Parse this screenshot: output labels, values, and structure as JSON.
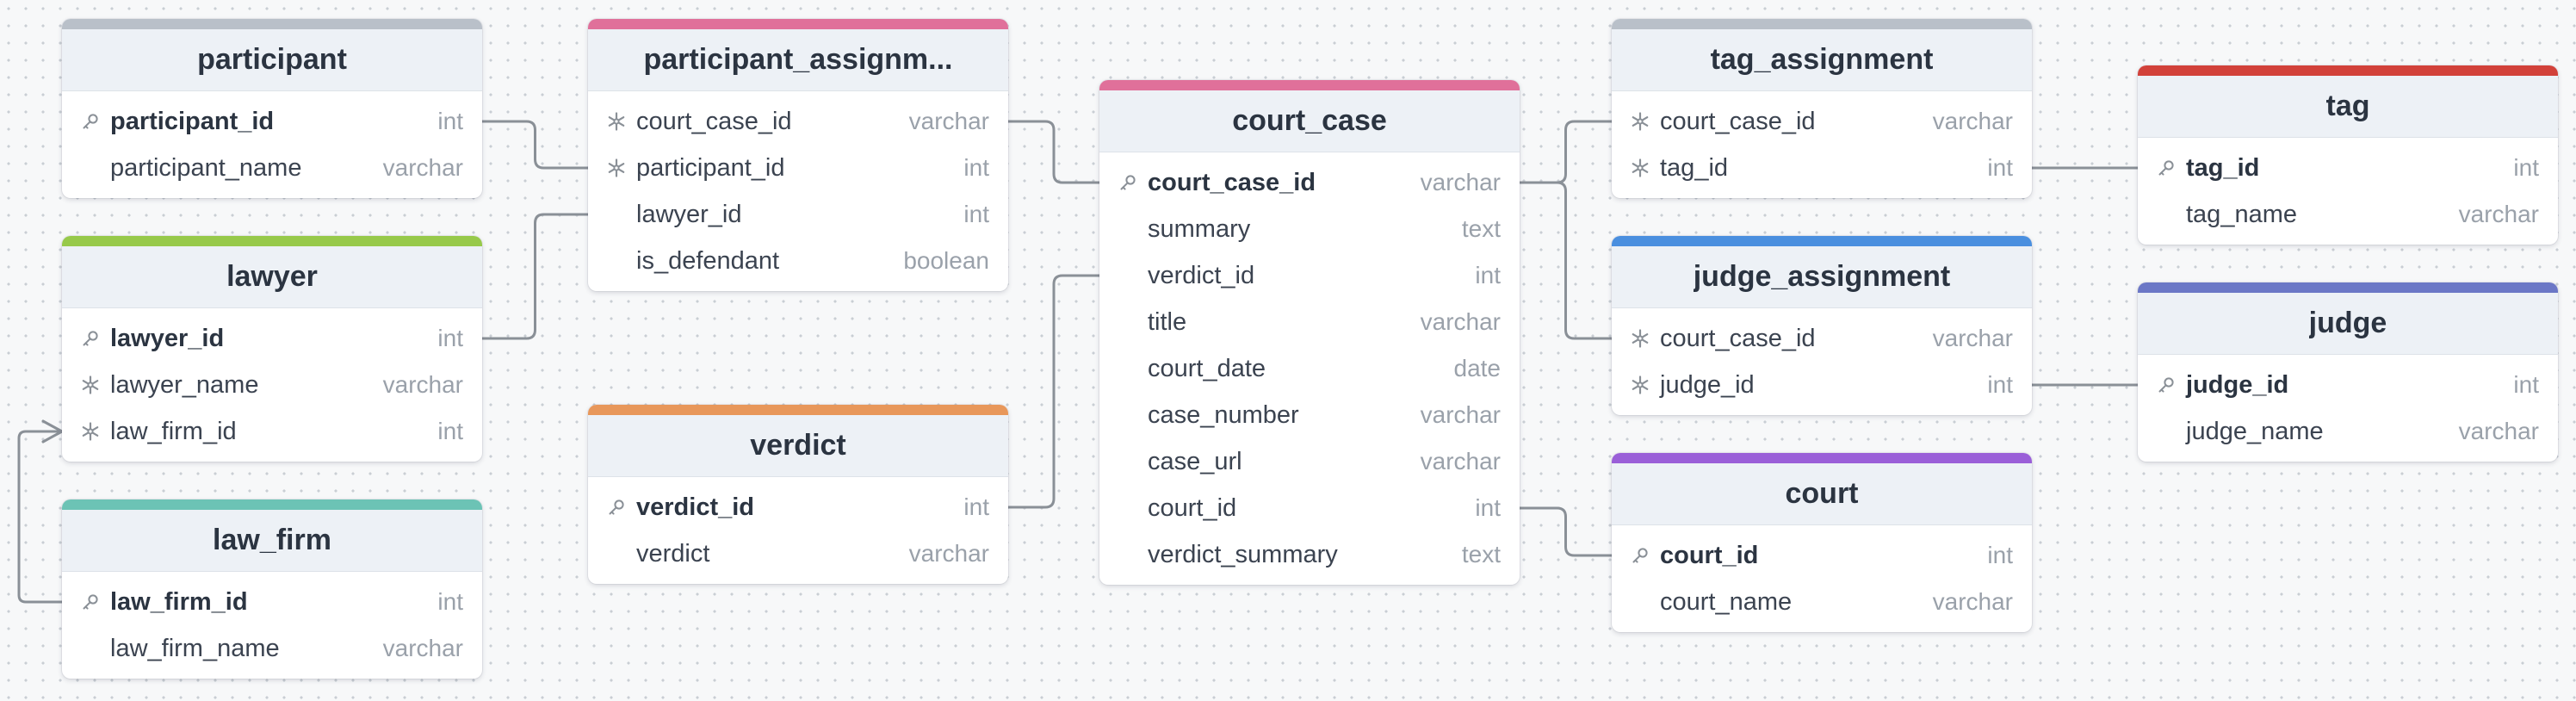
{
  "tables": [
    {
      "name": "participant",
      "color": "#b9c0c9",
      "columns": [
        {
          "name": "participant_id",
          "type": "int",
          "key": "pk"
        },
        {
          "name": "participant_name",
          "type": "varchar",
          "key": ""
        }
      ]
    },
    {
      "name": "participant_assignm...",
      "color": "#e0709a",
      "columns": [
        {
          "name": "court_case_id",
          "type": "varchar",
          "key": "fk"
        },
        {
          "name": "participant_id",
          "type": "int",
          "key": "fk"
        },
        {
          "name": "lawyer_id",
          "type": "int",
          "key": ""
        },
        {
          "name": "is_defendant",
          "type": "boolean",
          "key": ""
        }
      ]
    },
    {
      "name": "court_case",
      "color": "#e0709a",
      "columns": [
        {
          "name": "court_case_id",
          "type": "varchar",
          "key": "pk"
        },
        {
          "name": "summary",
          "type": "text",
          "key": ""
        },
        {
          "name": "verdict_id",
          "type": "int",
          "key": ""
        },
        {
          "name": "title",
          "type": "varchar",
          "key": ""
        },
        {
          "name": "court_date",
          "type": "date",
          "key": ""
        },
        {
          "name": "case_number",
          "type": "varchar",
          "key": ""
        },
        {
          "name": "case_url",
          "type": "varchar",
          "key": ""
        },
        {
          "name": "court_id",
          "type": "int",
          "key": ""
        },
        {
          "name": "verdict_summary",
          "type": "text",
          "key": ""
        }
      ]
    },
    {
      "name": "tag_assignment",
      "color": "#b9c0c9",
      "columns": [
        {
          "name": "court_case_id",
          "type": "varchar",
          "key": "fk"
        },
        {
          "name": "tag_id",
          "type": "int",
          "key": "fk"
        }
      ]
    },
    {
      "name": "tag",
      "color": "#d2413a",
      "columns": [
        {
          "name": "tag_id",
          "type": "int",
          "key": "pk"
        },
        {
          "name": "tag_name",
          "type": "varchar",
          "key": ""
        }
      ]
    },
    {
      "name": "lawyer",
      "color": "#97c94a",
      "columns": [
        {
          "name": "lawyer_id",
          "type": "int",
          "key": "pk"
        },
        {
          "name": "lawyer_name",
          "type": "varchar",
          "key": "fk"
        },
        {
          "name": "law_firm_id",
          "type": "int",
          "key": "fk"
        }
      ]
    },
    {
      "name": "judge_assignment",
      "color": "#4a8fdf",
      "columns": [
        {
          "name": "court_case_id",
          "type": "varchar",
          "key": "fk"
        },
        {
          "name": "judge_id",
          "type": "int",
          "key": "fk"
        }
      ]
    },
    {
      "name": "judge",
      "color": "#6b77c6",
      "columns": [
        {
          "name": "judge_id",
          "type": "int",
          "key": "pk"
        },
        {
          "name": "judge_name",
          "type": "varchar",
          "key": ""
        }
      ]
    },
    {
      "name": "verdict",
      "color": "#e8975a",
      "columns": [
        {
          "name": "verdict_id",
          "type": "int",
          "key": "pk"
        },
        {
          "name": "verdict",
          "type": "varchar",
          "key": ""
        }
      ]
    },
    {
      "name": "court",
      "color": "#9a5fd8",
      "columns": [
        {
          "name": "court_id",
          "type": "int",
          "key": "pk"
        },
        {
          "name": "court_name",
          "type": "varchar",
          "key": ""
        }
      ]
    },
    {
      "name": "law_firm",
      "color": "#6cc3b5",
      "columns": [
        {
          "name": "law_firm_id",
          "type": "int",
          "key": "pk"
        },
        {
          "name": "law_firm_name",
          "type": "varchar",
          "key": ""
        }
      ]
    }
  ],
  "relationships": [
    {
      "from": "participant.participant_id",
      "to": "participant_assignm....participant_id",
      "cardinality": "one-to-many"
    },
    {
      "from": "lawyer.lawyer_id",
      "to": "participant_assignm....lawyer_id",
      "cardinality": "one-to-one"
    },
    {
      "from": "court_case.court_case_id",
      "to": "participant_assignm....court_case_id",
      "cardinality": "one-to-many"
    },
    {
      "from": "verdict.verdict_id",
      "to": "court_case.verdict_id",
      "cardinality": "one-to-many"
    },
    {
      "from": "court_case.court_case_id",
      "to": "tag_assignment.court_case_id",
      "cardinality": "one-to-many"
    },
    {
      "from": "court_case.court_case_id",
      "to": "judge_assignment.court_case_id",
      "cardinality": "one-to-many"
    },
    {
      "from": "tag.tag_id",
      "to": "tag_assignment.tag_id",
      "cardinality": "one-to-many"
    },
    {
      "from": "judge.judge_id",
      "to": "judge_assignment.judge_id",
      "cardinality": "one-to-many"
    },
    {
      "from": "court.court_id",
      "to": "court_case.court_id",
      "cardinality": "one-to-many"
    },
    {
      "from": "law_firm.law_firm_id",
      "to": "lawyer.law_firm_id",
      "cardinality": "one-to-many"
    }
  ]
}
